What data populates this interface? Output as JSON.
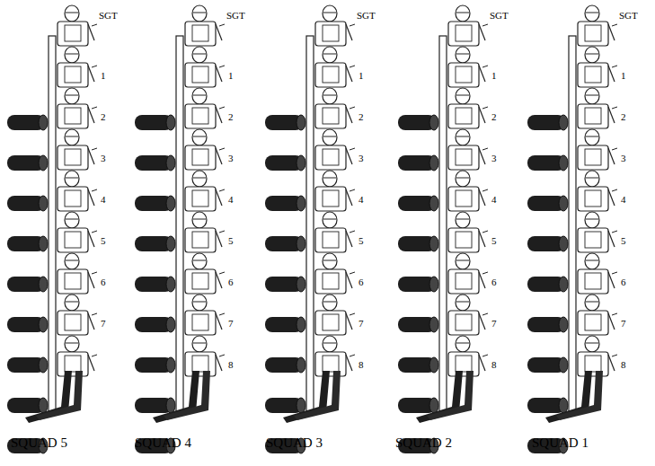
{
  "diagram": {
    "labels": [
      "SGT",
      "1",
      "2",
      "3",
      "4",
      "5",
      "6",
      "7",
      "SGT",
      "1",
      "2",
      "3",
      "4",
      "5",
      "6",
      "7",
      "8",
      "SGT",
      "1",
      "2",
      "3",
      "4",
      "5",
      "6",
      "7",
      "8",
      "SGT",
      "1",
      "2",
      "3",
      "4",
      "5",
      "6",
      "7",
      "8",
      "SGT",
      "1",
      "2",
      "3",
      "4",
      "5",
      "6",
      "7",
      "8",
      "SQUAD 5",
      "SQUAD 4",
      "SQUAD 3",
      "SQUAD 2",
      "SQUAD 1"
    ]
  }
}
